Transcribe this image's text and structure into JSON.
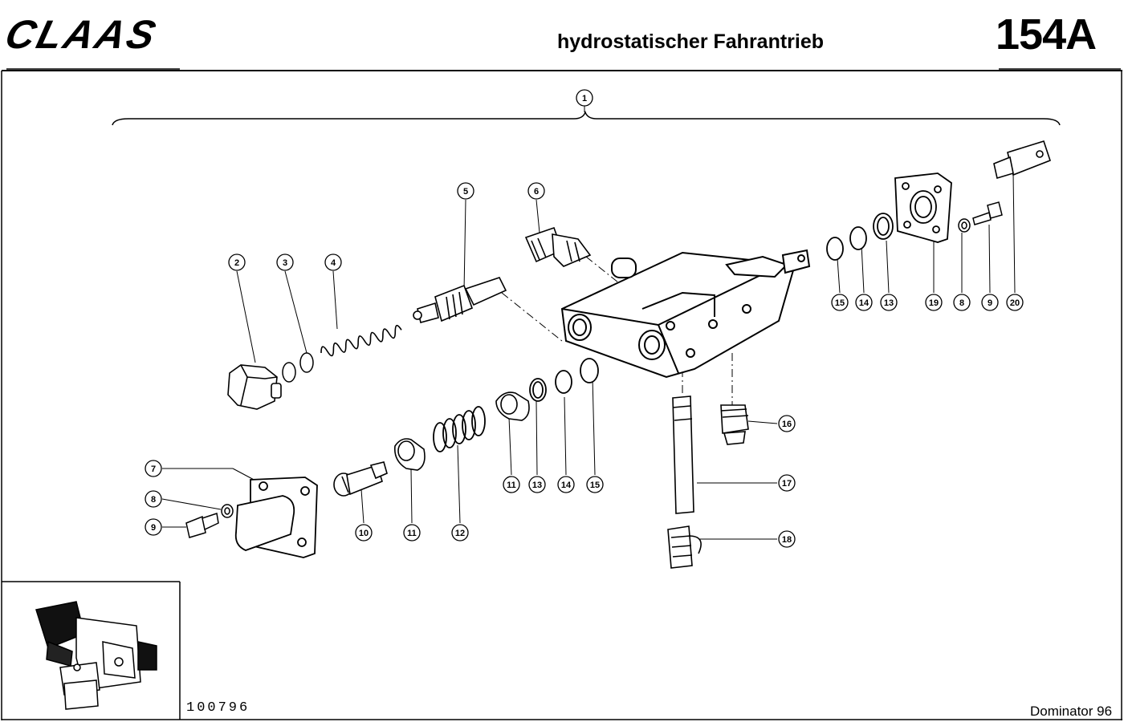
{
  "header": {
    "logo_text": "CLAAS",
    "title": "hydrostatischer Fahrantrieb",
    "page_number": "154A"
  },
  "footer": {
    "drawing_number": "100796",
    "model": "Dominator 96"
  },
  "callouts": {
    "c1": "1",
    "c2": "2",
    "c3": "3",
    "c4": "4",
    "c5": "5",
    "c6": "6",
    "c7": "7",
    "c8a": "8",
    "c9a": "9",
    "c10": "10",
    "c11a": "11",
    "c12": "12",
    "c11b": "11",
    "c13a": "13",
    "c14a": "14",
    "c15a": "15",
    "c16": "16",
    "c17": "17",
    "c18": "18",
    "c15b": "15",
    "c14b": "14",
    "c13b": "13",
    "c19": "19",
    "c8b": "8",
    "c9b": "9",
    "c20": "20"
  },
  "thumbnail": {
    "icon": "assembly-thumbnail-icon"
  }
}
